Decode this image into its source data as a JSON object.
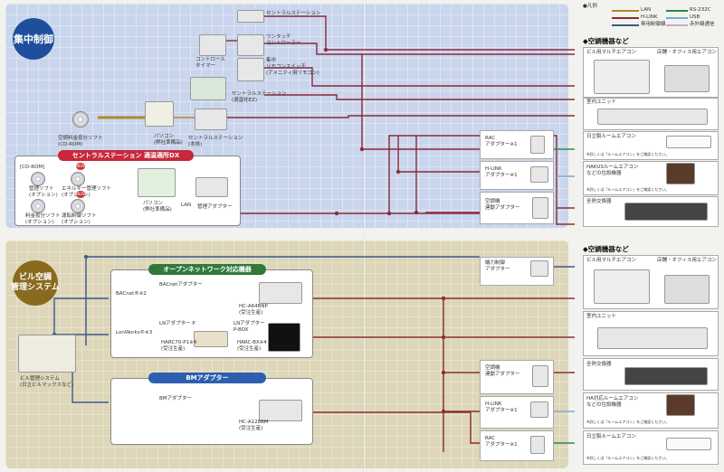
{
  "colors": {
    "lan": "#b08a2a",
    "hlink": "#8b2a3a",
    "dedicated": "#3a5a8a",
    "rs232c": "#2a8a4a",
    "usb": "#7fa8d0",
    "ir": "#c8a8d0",
    "blue_circle": "#1e4f9c",
    "brown_circle": "#8a6a1e",
    "green_pill": "#2f7a3a",
    "blue_pill": "#2d5fb0",
    "red_pill": "#c8283a"
  },
  "legend": {
    "title": "●凡例",
    "items": {
      "lan": "LAN",
      "hlink": "H-LINK",
      "dedicated": "専用制御線",
      "rs232c": "RS-232C",
      "usb": "USB",
      "ir": "赤外線通信"
    }
  },
  "top": {
    "badge": "集中制御",
    "central_station": "セントラルステーション",
    "one_touch": "ワンタッチ\nコントローラー",
    "control_timer": "コントロール\nタイマー",
    "remote_switch": "集中\nリモコンスイッチ\n(アメニティ用リモコン)",
    "cs_ez": "セントラルステーション\n(適温化EZ)",
    "software": "空調料金按分ソフト\n(CD-ROM)",
    "pc": "パソコン\n(弊社準備品)",
    "cs_main": "セントラルステーション\n(本体)",
    "dx_title": "セントラルステーション 適温適所DX",
    "cdrom": "[CD-ROM]",
    "sw_mgmt": "管理ソフト\n(オプション)",
    "sw_energy": "エネルギー管理ソフト\n(オプション)",
    "sw_bill": "料金按分ソフト\n(オプション)",
    "sw_operation": "運転制御ソフト\n(オプション)",
    "pc2": "パソコン\n(弊社準備品)",
    "mgmt_adapter": "管理アダプター",
    "lan_label": "LAN",
    "new": "NEW"
  },
  "bottom": {
    "badge": "ビル空調\n管理システム",
    "open_network": "オープンネットワーク対応機器",
    "bacnet": "BACnet®※2",
    "bacnet_adapter": "BACnetアダプター",
    "bacnet_model": "HC-A64BNP\n(受注生産)",
    "lonworks": "LonWorks®※3",
    "ln_adapter_p": "LNアダプター P",
    "ln_adapter_pbox": "LNアダプター\nP-BOX",
    "ln_model_p": "HARC70-P1※4\n(受注生産)",
    "ln_model_box": "HARC-BX※4\n(受注生産)",
    "bm_pill": "BMアダプター",
    "bm_adapter": "BMアダプター",
    "bm_model": "HC-A128BM\n(受注生産)",
    "bms": "ビル管理システム\n(日立ビルマックスなど)",
    "demand": "議力制御\nアダプター"
  },
  "right_top": {
    "heading": "◆空調機器など",
    "multi": "ビル用マルチエアコン",
    "shop": "店舗・オフィス用エアコン",
    "indoor": "室内ユニット",
    "room_ac": "日立製ルームエアコン",
    "hakuki": "HAKUSルームエアコン\nなどの住設機器",
    "heat_ex": "全熱交換器",
    "note1": "※詳しくは「ルームエアコン」をご確認ください。",
    "note2": "※詳しくは「ルームエアコン」をご確認ください。"
  },
  "right_bottom": {
    "heading": "◆空調機器など",
    "multi": "ビル用マルチエアコン",
    "shop": "店舗・オフィス用エアコン",
    "indoor": "室内ユニット",
    "heat_ex": "全熱交換器",
    "hakuki": "HA対応ルームエアコン\nなどの住設機器",
    "room_ac": "日立製ルームエアコン",
    "note1": "※詳しくは「ルームエアコン」をご確認ください。",
    "note2": "※詳しくは「ルームエアコン」をご確認ください。"
  },
  "adapters": {
    "rac": "RAC\nアダプター※1",
    "hlink": "H-LINK\nアダプター※1",
    "linked": "空調機\n連動アダプター",
    "rac2": "RAC\nアダプター※1",
    "hlink2": "H-LINK\nアダプター※1",
    "linked2": "空調機\n連動アダプター"
  }
}
